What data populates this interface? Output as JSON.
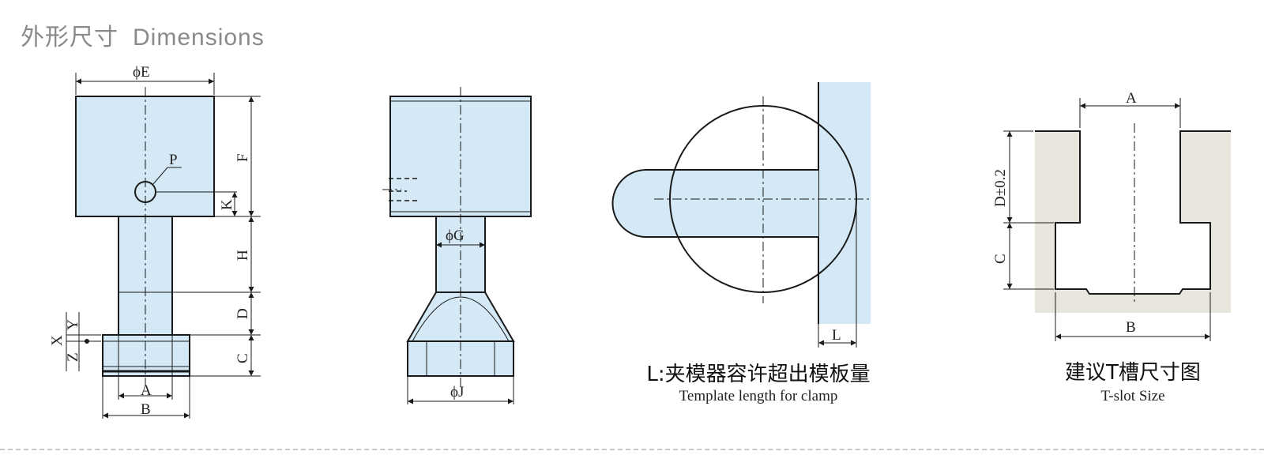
{
  "heading": {
    "cn": "外形尺寸",
    "en": "Dimensions"
  },
  "colors": {
    "part_fill": "#d4e9f5",
    "slot_fill": "#e8e5dc",
    "heading": "#8a8a8a"
  },
  "view1": {
    "labels": {
      "E": "ϕE",
      "P": "P",
      "F": "F",
      "K": "K",
      "H": "H",
      "D": "D",
      "C": "C",
      "A": "A",
      "B": "B",
      "X": "X",
      "Y": "Y",
      "Z": "Z"
    }
  },
  "view2": {
    "labels": {
      "G": "ϕG",
      "J": "ϕJ"
    }
  },
  "view3": {
    "labels": {
      "L": "L"
    },
    "caption_cn": "L:夹模器容许超出模板量",
    "caption_en": "Template length for clamp"
  },
  "view4": {
    "labels": {
      "A": "A",
      "B": "B",
      "D": "D±0.2",
      "C": "C"
    },
    "caption_cn": "建议T槽尺寸图",
    "caption_en": "T-slot Size"
  }
}
